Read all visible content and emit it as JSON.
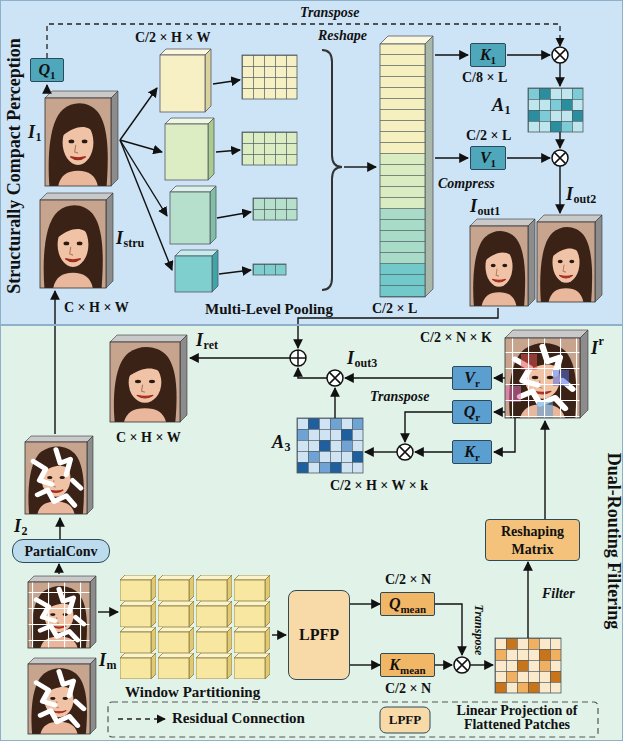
{
  "diagram": {
    "nodes": [
      {
        "text": [
          "Structurally Compact Perception"
        ]
      },
      {
        "text": [
          "Dual-Routing Filtering"
        ]
      },
      {
        "text": [
          "Q",
          "1"
        ],
        "in": 0
      },
      {
        "text": [
          "K",
          "1"
        ],
        "in": 0
      },
      {
        "text": [
          "V",
          "1"
        ],
        "in": 0
      },
      {
        "text": [
          "V",
          "r"
        ],
        "in": 1
      },
      {
        "text": [
          "Q",
          "r"
        ],
        "in": 1
      },
      {
        "text": [
          "K",
          "r"
        ],
        "in": 1
      },
      {
        "text": [
          "PartialConv"
        ],
        "in": 1
      },
      {
        "text": [
          "LPFP"
        ],
        "in": 1
      },
      {
        "text": [
          "Q",
          "mean"
        ],
        "in": 1
      },
      {
        "text": [
          "K",
          "mean"
        ],
        "in": 1
      },
      {
        "text": [
          "Reshaping Matrix"
        ],
        "in": 1
      }
    ],
    "edges": [
      {
        "from": 9,
        "to": 10,
        "arrow": "to"
      },
      {
        "from": 9,
        "to": 11,
        "arrow": "to"
      }
    ],
    "labels": [
      "Transpose",
      "C/2 × H × W",
      "Reshape",
      "C/8 × L",
      "A",
      "1",
      "C/2 × L",
      "Compress",
      "I",
      "1",
      "I",
      "stru",
      "C × H × W",
      "Multi-Level Pooling",
      "C/2 × L",
      "I",
      "out1",
      "I",
      "out2",
      "C/2 × N × K",
      "I",
      "ret",
      "C × H × W",
      "I",
      "out3",
      "Transpose",
      "I",
      "r",
      "A",
      "3",
      "C/2 × H × W × k",
      "I",
      "2",
      "Filter",
      "I",
      "m",
      "Window Partitioning",
      "C/2 × N",
      "C/2 × N",
      "Transpose",
      "LPFP"
    ],
    "legend": [
      {
        "text": "Residual Connection"
      },
      {
        "text": "Linear Projection of Flattened Patches"
      }
    ]
  }
}
